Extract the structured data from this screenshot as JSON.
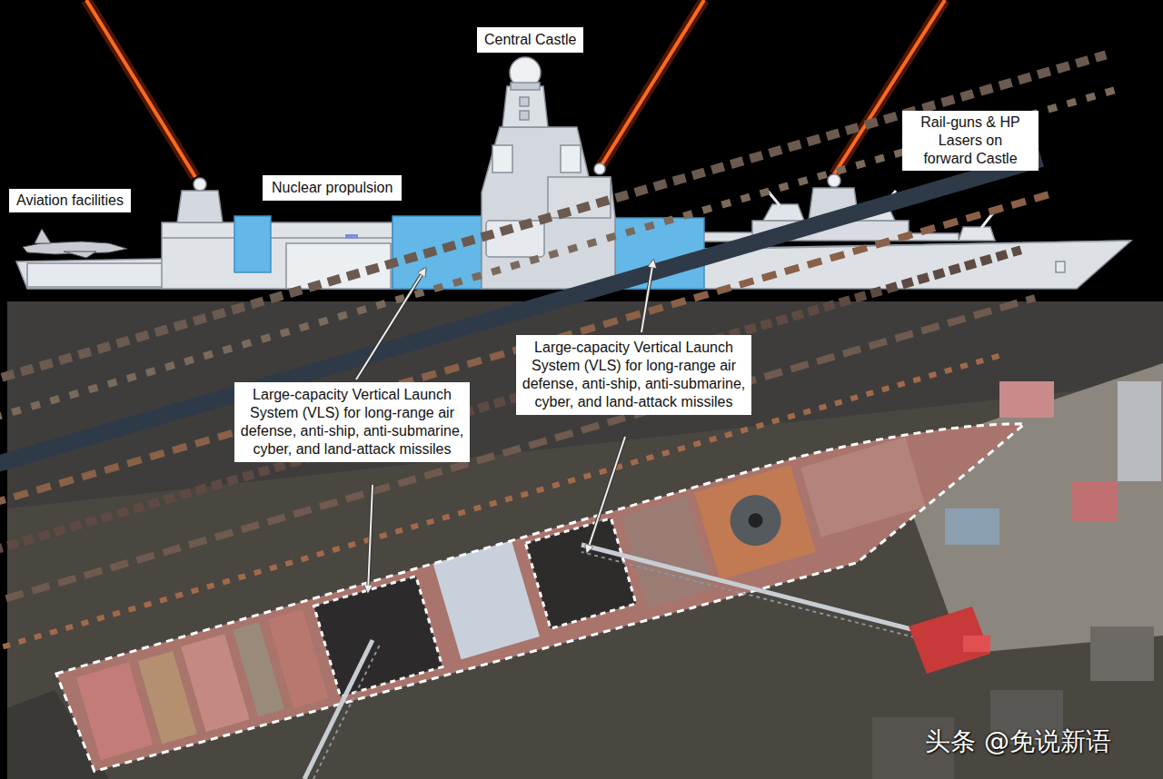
{
  "diagram": {
    "nodes": [
      {
        "text": [
          "Central Castle"
        ]
      },
      {
        "text": [
          "Rail-guns & HP Lasers on forward Castle"
        ]
      },
      {
        "text": [
          "Nuclear propulsion"
        ]
      },
      {
        "text": [
          "Aviation facilities"
        ]
      },
      {
        "text": [
          "Large-capacity Vertical Launch System (VLS) for long-range air defense, anti-ship, anti-submarine, cyber, and land-attack missiles"
        ]
      },
      {
        "text": [
          "Large-capacity Vertical Launch System (VLS) for long-range air defense, anti-ship, anti-submarine, cyber, and land-attack missiles"
        ]
      }
    ],
    "labels": [
      "头条 @免说新语"
    ]
  }
}
